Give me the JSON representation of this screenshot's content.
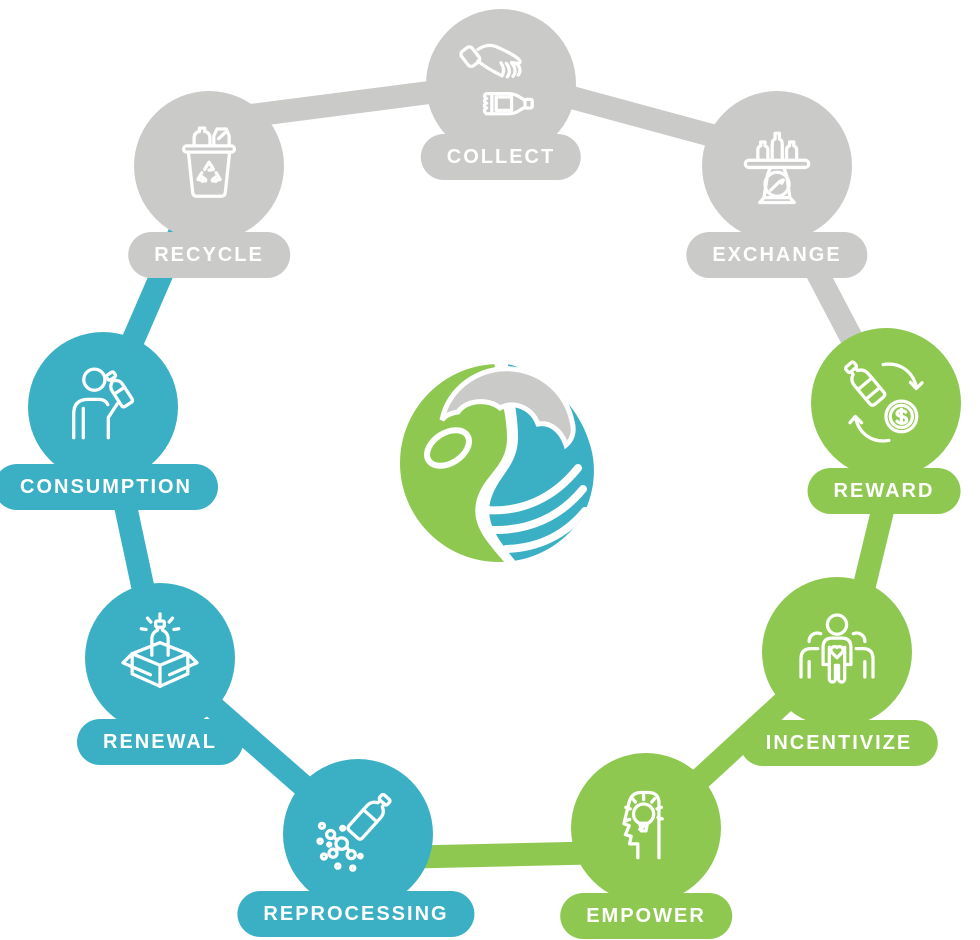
{
  "diagram_title": "circular plastic recycling process wheel",
  "colors": {
    "gray": "#CACAC9",
    "green": "#8FC850",
    "blue": "#3BB0C4",
    "white": "#FFFFFF"
  },
  "center_logo": {
    "name": "eco-globe-logo",
    "description_colors": [
      "#CACAC9",
      "#8FC850",
      "#3BB0C4"
    ]
  },
  "nodes": [
    {
      "id": "collect",
      "label": "COLLECT",
      "color_key": "gray",
      "icon": "hand-offering-bottle-icon"
    },
    {
      "id": "exchange",
      "label": "EXCHANGE",
      "color_key": "gray",
      "icon": "scale-with-bottles-icon"
    },
    {
      "id": "reward",
      "label": "REWARD",
      "color_key": "green",
      "icon": "bottle-money-cycle-icon"
    },
    {
      "id": "incentivize",
      "label": "INCENTIVIZE",
      "color_key": "green",
      "icon": "community-heart-icon"
    },
    {
      "id": "empower",
      "label": "EMPOWER",
      "color_key": "green",
      "icon": "head-lightbulb-icon"
    },
    {
      "id": "reprocessing",
      "label": "REPROCESSING",
      "color_key": "blue",
      "icon": "bottle-to-molecules-icon"
    },
    {
      "id": "renewal",
      "label": "RENEWAL",
      "color_key": "blue",
      "icon": "box-with-new-bottle-icon"
    },
    {
      "id": "consumption",
      "label": "CONSUMPTION",
      "color_key": "blue",
      "icon": "person-with-bottle-icon"
    },
    {
      "id": "recycle",
      "label": "RECYCLE",
      "color_key": "gray",
      "icon": "recycle-bin-icon"
    }
  ],
  "links": [
    {
      "from": "recycle",
      "to": "collect",
      "color_key": "gray"
    },
    {
      "from": "collect",
      "to": "exchange",
      "color_key": "gray"
    },
    {
      "from": "exchange",
      "to": "reward",
      "color_key": "gray"
    },
    {
      "from": "reward",
      "to": "incentivize",
      "color_key": "green"
    },
    {
      "from": "incentivize",
      "to": "empower",
      "color_key": "green"
    },
    {
      "from": "empower",
      "to": "reprocessing",
      "color_key": "green"
    },
    {
      "from": "reprocessing",
      "to": "renewal",
      "color_key": "blue"
    },
    {
      "from": "renewal",
      "to": "consumption",
      "color_key": "blue"
    },
    {
      "from": "consumption",
      "to": "recycle",
      "color_key": "blue"
    }
  ]
}
